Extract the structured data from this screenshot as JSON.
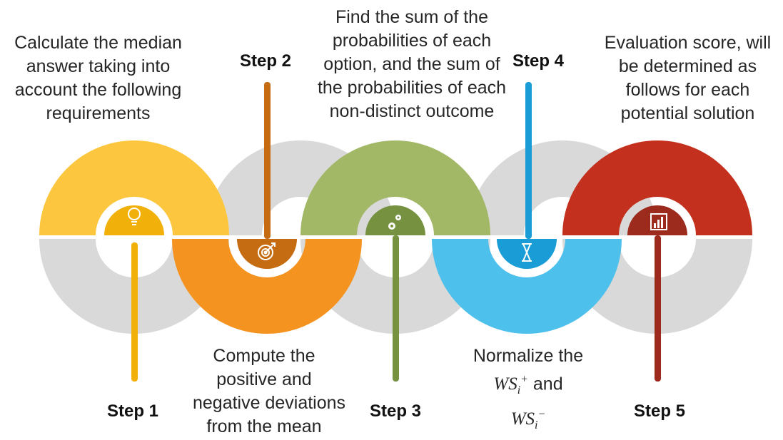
{
  "colors": {
    "step1": "#FCC73F",
    "step1_dark": "#F2B10A",
    "step2": "#F59320",
    "step2_dark": "#C56B11",
    "step3": "#A2B866",
    "step3_dark": "#76913F",
    "step4": "#4DC0EC",
    "step4_dark": "#1A9CD6",
    "step5": "#C3311E",
    "step5_dark": "#9C2A1D",
    "gray_arc": "#D9D9D9"
  },
  "steps": [
    {
      "label": "Step 1",
      "icon": "lightbulb-icon",
      "description": [
        "Calculate the median",
        "answer taking into",
        "account the following",
        "requirements"
      ]
    },
    {
      "label": "Step 2",
      "icon": "target-icon",
      "description": [
        "Compute the",
        "positive and",
        "negative deviations",
        "from the mean"
      ]
    },
    {
      "label": "Step 3",
      "icon": "gears-icon",
      "description": [
        "Find the sum of the",
        "probabilities of each",
        "option, and the sum of",
        "the probabilities of each",
        "non-distinct outcome"
      ]
    },
    {
      "label": "Step 4",
      "icon": "hourglass-icon",
      "description_line1": "Normalize the",
      "math_base": "WS",
      "math_sub": "i",
      "math_plus": "+",
      "math_minus": "−",
      "and_word": " and"
    },
    {
      "label": "Step 5",
      "icon": "bar-chart-icon",
      "description": [
        "Evaluation score, will",
        "be determined as",
        "follows for each",
        "potential solution"
      ]
    }
  ]
}
